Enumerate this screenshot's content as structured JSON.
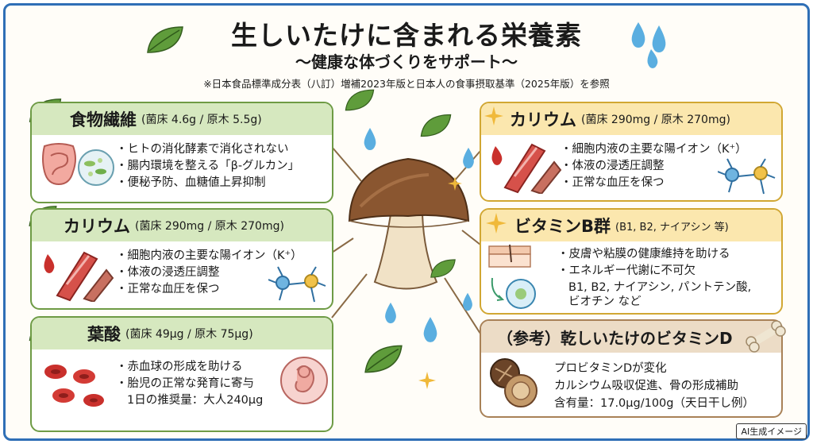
{
  "header": {
    "title": "生しいたけに含まれる栄養素",
    "subtitle": "〜健康な体づくりをサポート〜",
    "source": "※日本食品標準成分表（八訂）増補2023年版と日本人の食事摂取基準（2025年版）を参照"
  },
  "cards": {
    "fiber": {
      "name": "食物繊維",
      "amount": "(菌床 4.6g / 原木 5.5g)",
      "items": [
        "ヒトの消化酵素で消化されない",
        "腸内環境を整える「β-グルカン」",
        "便秘予防、血糖値上昇抑制"
      ]
    },
    "potassium_left": {
      "name": "カリウム",
      "amount": "(菌床 290mg / 原木 270mg)",
      "items": [
        "細胞内液の主要な陽イオン（K⁺）",
        "体液の浸透圧調整",
        "正常な血圧を保つ"
      ]
    },
    "folate": {
      "name": "葉酸",
      "amount": "(菌床 49μg / 原木 75μg)",
      "items": [
        "赤血球の形成を助ける",
        "胎児の正常な発育に寄与"
      ],
      "note": "1日の推奨量：大人240μg"
    },
    "potassium_right": {
      "name": "カリウム",
      "amount": "(菌床 290mg / 原木 270mg)",
      "items": [
        "細胞内液の主要な陽イオン（K⁺）",
        "体液の浸透圧調整",
        "正常な血圧を保つ"
      ]
    },
    "vitb": {
      "name": "ビタミンB群",
      "amount": "(B1, B2, ナイアシン 等)",
      "items": [
        "皮膚や粘膜の健康維持を助ける",
        "エネルギー代謝に不可欠"
      ],
      "note1": "B1, B2, ナイアシン, パントテン酸,",
      "note2": "ビオチン など"
    },
    "vitd": {
      "name": "（参考）乾しいたけのビタミンD",
      "lines": [
        "プロビタミンDが変化",
        "カルシウム吸収促進、骨の形成補助",
        "含有量：17.0μg/100g（天日干し例）"
      ]
    }
  },
  "badge": "AI生成イメージ",
  "colors": {
    "frame": "#2f6fb6",
    "green": "#6e9b45",
    "yellow": "#d1a733",
    "tan": "#a88157"
  },
  "icons": [
    "leaf-icon",
    "water-drop-icon",
    "sparkle-icon",
    "mushroom-icon",
    "intestine-icon",
    "bacteria-icon",
    "blood-vessel-icon",
    "muscle-icon",
    "neuron-icon",
    "red-blood-cell-icon",
    "fetus-icon",
    "skin-icon",
    "cell-icon",
    "dried-shiitake-icon",
    "bone-icon"
  ]
}
